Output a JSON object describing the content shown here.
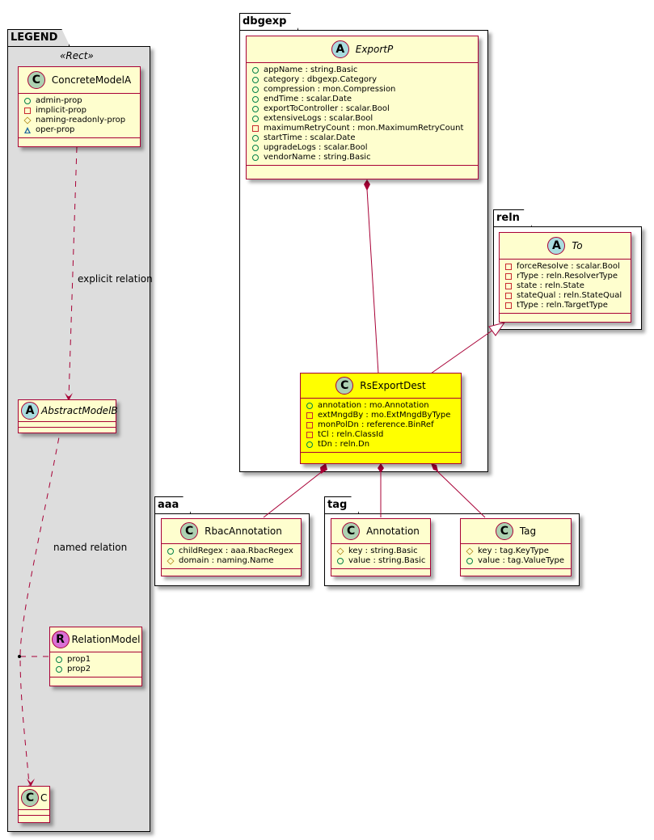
{
  "packages": {
    "legend": "LEGEND",
    "dbgexp": "dbgexp",
    "reln": "reln",
    "aaa": "aaa",
    "tag": "tag"
  },
  "legend": {
    "stereotype": "«Rect»",
    "concrete": {
      "badge": "C",
      "name": "ConcreteModelA",
      "attrs": [
        {
          "vis": "public",
          "text": "admin-prop"
        },
        {
          "vis": "private",
          "text": "implicit-prop"
        },
        {
          "vis": "protected",
          "text": "naming-readonly-prop"
        },
        {
          "vis": "package",
          "text": "oper-prop"
        }
      ]
    },
    "abstract": {
      "badge": "A",
      "name": "AbstractModelB"
    },
    "relation": {
      "badge": "R",
      "name": "RelationModel",
      "attrs": [
        {
          "vis": "public",
          "text": "prop1"
        },
        {
          "vis": "public",
          "text": "prop2"
        }
      ]
    },
    "c": {
      "badge": "C",
      "name": "C"
    },
    "explicit_label": "explicit relation",
    "named_label": "named relation"
  },
  "exportp": {
    "badge": "A",
    "name": "ExportP",
    "attrs": [
      {
        "vis": "public",
        "text": "appName : string.Basic"
      },
      {
        "vis": "public",
        "text": "category : dbgexp.Category"
      },
      {
        "vis": "public",
        "text": "compression : mon.Compression"
      },
      {
        "vis": "public",
        "text": "endTime : scalar.Date"
      },
      {
        "vis": "public",
        "text": "exportToController : scalar.Bool"
      },
      {
        "vis": "public",
        "text": "extensiveLogs : scalar.Bool"
      },
      {
        "vis": "private",
        "text": "maximumRetryCount : mon.MaximumRetryCount"
      },
      {
        "vis": "public",
        "text": "startTime : scalar.Date"
      },
      {
        "vis": "public",
        "text": "upgradeLogs : scalar.Bool"
      },
      {
        "vis": "public",
        "text": "vendorName : string.Basic"
      }
    ]
  },
  "to": {
    "badge": "A",
    "name": "To",
    "attrs": [
      {
        "vis": "private",
        "text": "forceResolve : scalar.Bool"
      },
      {
        "vis": "private",
        "text": "rType : reln.ResolverType"
      },
      {
        "vis": "private",
        "text": "state : reln.State"
      },
      {
        "vis": "private",
        "text": "stateQual : reln.StateQual"
      },
      {
        "vis": "private",
        "text": "tType : reln.TargetType"
      }
    ]
  },
  "rsexportdest": {
    "badge": "C",
    "name": "RsExportDest",
    "attrs": [
      {
        "vis": "public",
        "text": "annotation : mo.Annotation"
      },
      {
        "vis": "private",
        "text": "extMngdBy : mo.ExtMngdByType"
      },
      {
        "vis": "private",
        "text": "monPolDn : reference.BinRef"
      },
      {
        "vis": "private",
        "text": "tCl : reln.ClassId"
      },
      {
        "vis": "public",
        "text": "tDn : reln.Dn"
      }
    ]
  },
  "rbacannotation": {
    "badge": "C",
    "name": "RbacAnnotation",
    "attrs": [
      {
        "vis": "public",
        "text": "childRegex : aaa.RbacRegex"
      },
      {
        "vis": "protected",
        "text": "domain : naming.Name"
      }
    ]
  },
  "annotation": {
    "badge": "C",
    "name": "Annotation",
    "attrs": [
      {
        "vis": "protected",
        "text": "key : string.Basic"
      },
      {
        "vis": "public",
        "text": "value : string.Basic"
      }
    ]
  },
  "tagcls": {
    "badge": "C",
    "name": "Tag",
    "attrs": [
      {
        "vis": "protected",
        "text": "key : tag.KeyType"
      },
      {
        "vis": "public",
        "text": "value : tag.ValueType"
      }
    ]
  },
  "colors": {
    "edge": "#a80036",
    "class_fill": "#fefece",
    "highlight_fill": "#ffff00",
    "legend_fill": "#dddddd"
  }
}
